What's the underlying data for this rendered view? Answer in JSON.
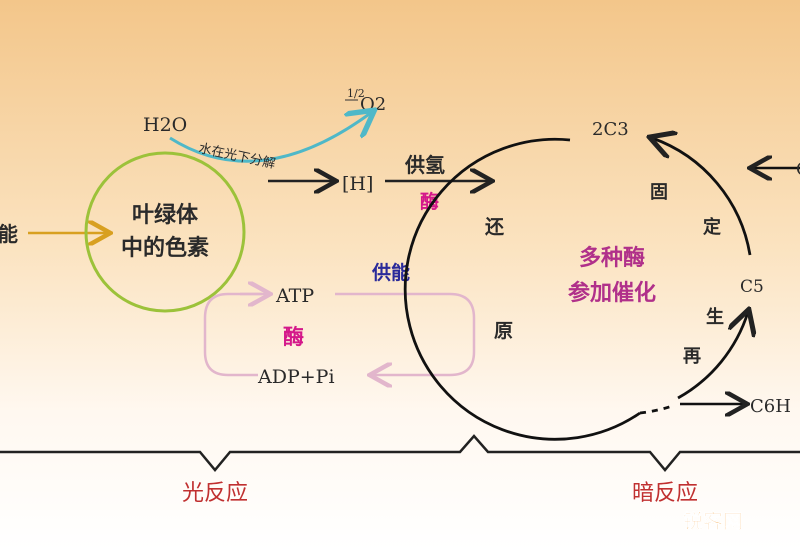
{
  "labels": {
    "h2o": "H2O",
    "o2_frac": "1/2",
    "o2": "O2",
    "water_split": "水在光下分解",
    "h": "[H]",
    "supply_h": "供氢",
    "enzyme1": "酶",
    "light_energy": "能",
    "pigment_l1": "叶绿体",
    "pigment_l2": "中的色素",
    "atp": "ATP",
    "supply_energy": "供能",
    "enzyme2": "酶",
    "adp": "ADP+Pi",
    "c3": "2C3",
    "co2": "C",
    "fix1": "固",
    "fix2": "定",
    "reduce1": "还",
    "reduce2": "原",
    "center_l1": "多种酶",
    "center_l2": "参加催化",
    "c5": "C5",
    "regen1": "生",
    "regen2": "再",
    "glucose": "C6H",
    "light_reaction": "光反应",
    "dark_reaction": "暗反应",
    "watermark": "锐客网"
  },
  "colors": {
    "bg_top": "#f3c98e",
    "circle_green": "#9cc23a",
    "arrow_teal": "#4fb8c8",
    "arrow_orange": "#d8a020",
    "loop_pink": "#e2b6cc",
    "enzyme_magenta": "#d4188a",
    "energy_blue": "#2a2a9a",
    "center_purple": "#b0308a",
    "reaction_red": "#c03030"
  }
}
